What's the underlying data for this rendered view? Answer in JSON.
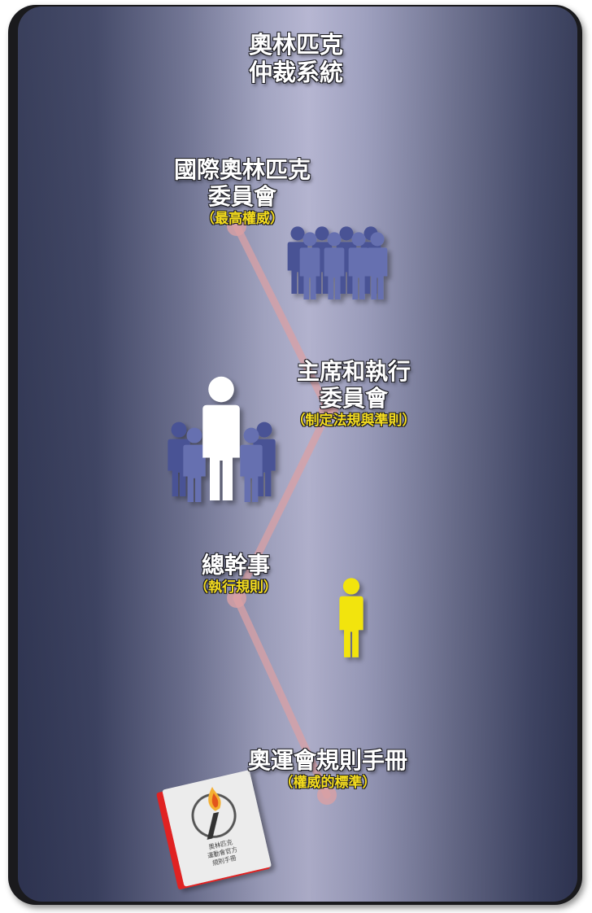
{
  "title": {
    "line1": "奧林匹克",
    "line2": "仲裁系統"
  },
  "nodes": [
    {
      "line1": "國際奧林匹克",
      "line2": "委員會",
      "role": "（最高權威）"
    },
    {
      "line1": "主席和執行",
      "line2": "委員會",
      "role": "（制定法規與準則）"
    },
    {
      "line1": "總幹事",
      "line2": "",
      "role": "（執行規則）"
    },
    {
      "line1": "奧運會規則手冊",
      "line2": "",
      "role": "（權威的標準）"
    }
  ],
  "book": {
    "line1": "奧林匹克",
    "line2": "運動會官方",
    "line3": "規則手冊"
  },
  "colors": {
    "background_center": "#b3b3d0",
    "background_edge": "#2f3553",
    "connector": "#d9a0a4",
    "committee_figures": "#5b65a8",
    "chairman_figure": "#ffffff",
    "director_figure": "#f2e411",
    "subtitle_text": "#f4dc1e",
    "book_cover": "#e8e8e8",
    "book_spine": "#e02020"
  },
  "icons": {
    "committee": "group-of-people-icon",
    "executive": "leader-with-team-icon",
    "director": "single-person-icon",
    "rulebook": "olympic-rulebook-icon"
  }
}
